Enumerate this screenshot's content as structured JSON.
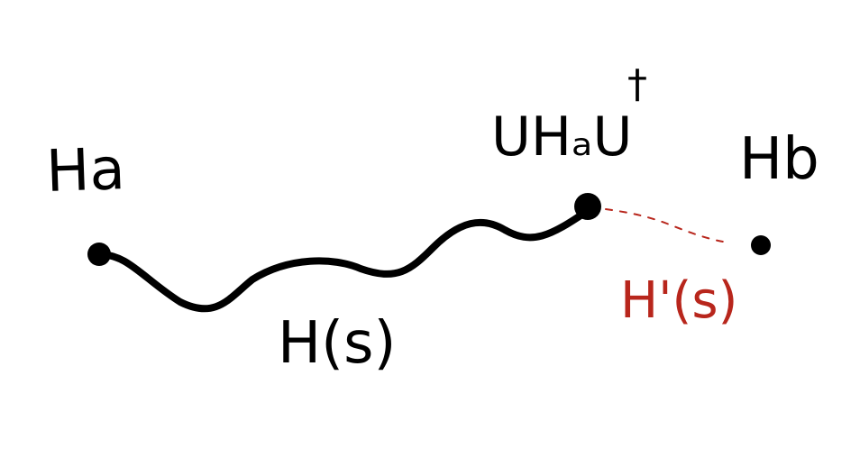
{
  "labels": {
    "start": "Ha",
    "end": "Hb",
    "path": "H(s)",
    "transformed": "UHₐU",
    "transformed_sup": "†",
    "perturbed_path": "H'(s)"
  },
  "colors": {
    "ink": "#000000",
    "accent": "#b8261c",
    "background": "#ffffff"
  }
}
